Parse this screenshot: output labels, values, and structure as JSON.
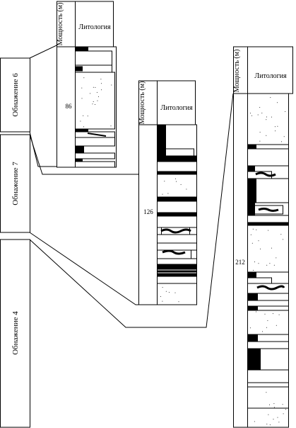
{
  "header": {
    "thickness": "Мощность (м)",
    "lithology": "Литология"
  },
  "sections": [
    {
      "id": "s6",
      "name": "Обнажение 6",
      "thickness_value": "86"
    },
    {
      "id": "s7",
      "name": "Обнажение 7",
      "thickness_value": "126"
    },
    {
      "id": "s4",
      "name": "Обнажение 4",
      "thickness_value": "212"
    }
  ],
  "colors": {
    "ink": "#000000",
    "paper": "#ffffff"
  }
}
